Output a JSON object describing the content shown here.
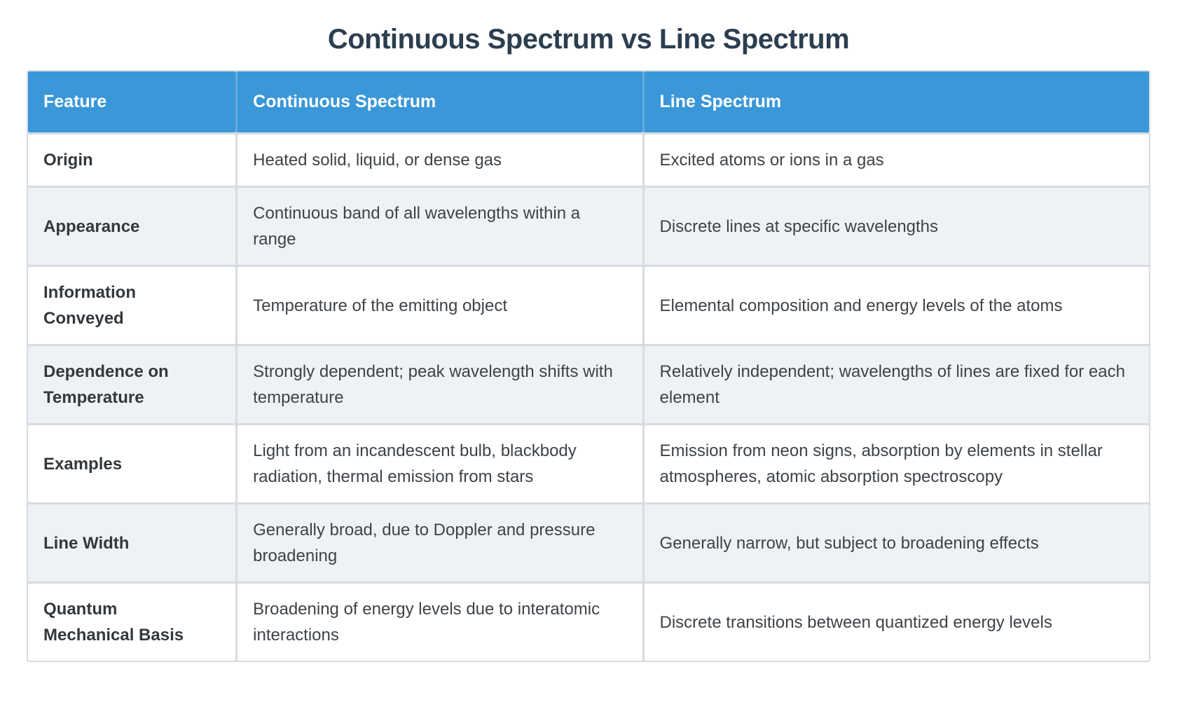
{
  "title": "Continuous Spectrum vs Line Spectrum",
  "chart_data": {
    "type": "table",
    "title": "Continuous Spectrum vs Line Spectrum",
    "columns": [
      "Feature",
      "Continuous Spectrum",
      "Line Spectrum"
    ],
    "rows": [
      [
        "Origin",
        "Heated solid, liquid, or dense gas",
        "Excited atoms or ions in a gas"
      ],
      [
        "Appearance",
        "Continuous band of all wavelengths within a range",
        "Discrete lines at specific wavelengths"
      ],
      [
        "Information Conveyed",
        "Temperature of the emitting object",
        "Elemental composition and energy levels of the atoms"
      ],
      [
        "Dependence on Temperature",
        "Strongly dependent; peak wavelength shifts with temperature",
        "Relatively independent; wavelengths of lines are fixed for each element"
      ],
      [
        "Examples",
        "Light from an incandescent bulb, blackbody radiation, thermal emission from stars",
        "Emission from neon signs, absorption by elements in stellar atmospheres, atomic absorption spectroscopy"
      ],
      [
        "Line Width",
        "Generally broad, due to Doppler and pressure broadening",
        "Generally narrow, but subject to broadening effects"
      ],
      [
        "Quantum Mechanical Basis",
        "Broadening of energy levels due to interatomic interactions",
        "Discrete transitions between quantized energy levels"
      ]
    ]
  },
  "colors": {
    "header_bg": "#3a97d8",
    "header_divider": "#68aade",
    "alt_row_bg": "#eef2f7",
    "grid_line": "#d8dce1",
    "title_text": "#2c3e50",
    "body_text": "#3e4348"
  }
}
